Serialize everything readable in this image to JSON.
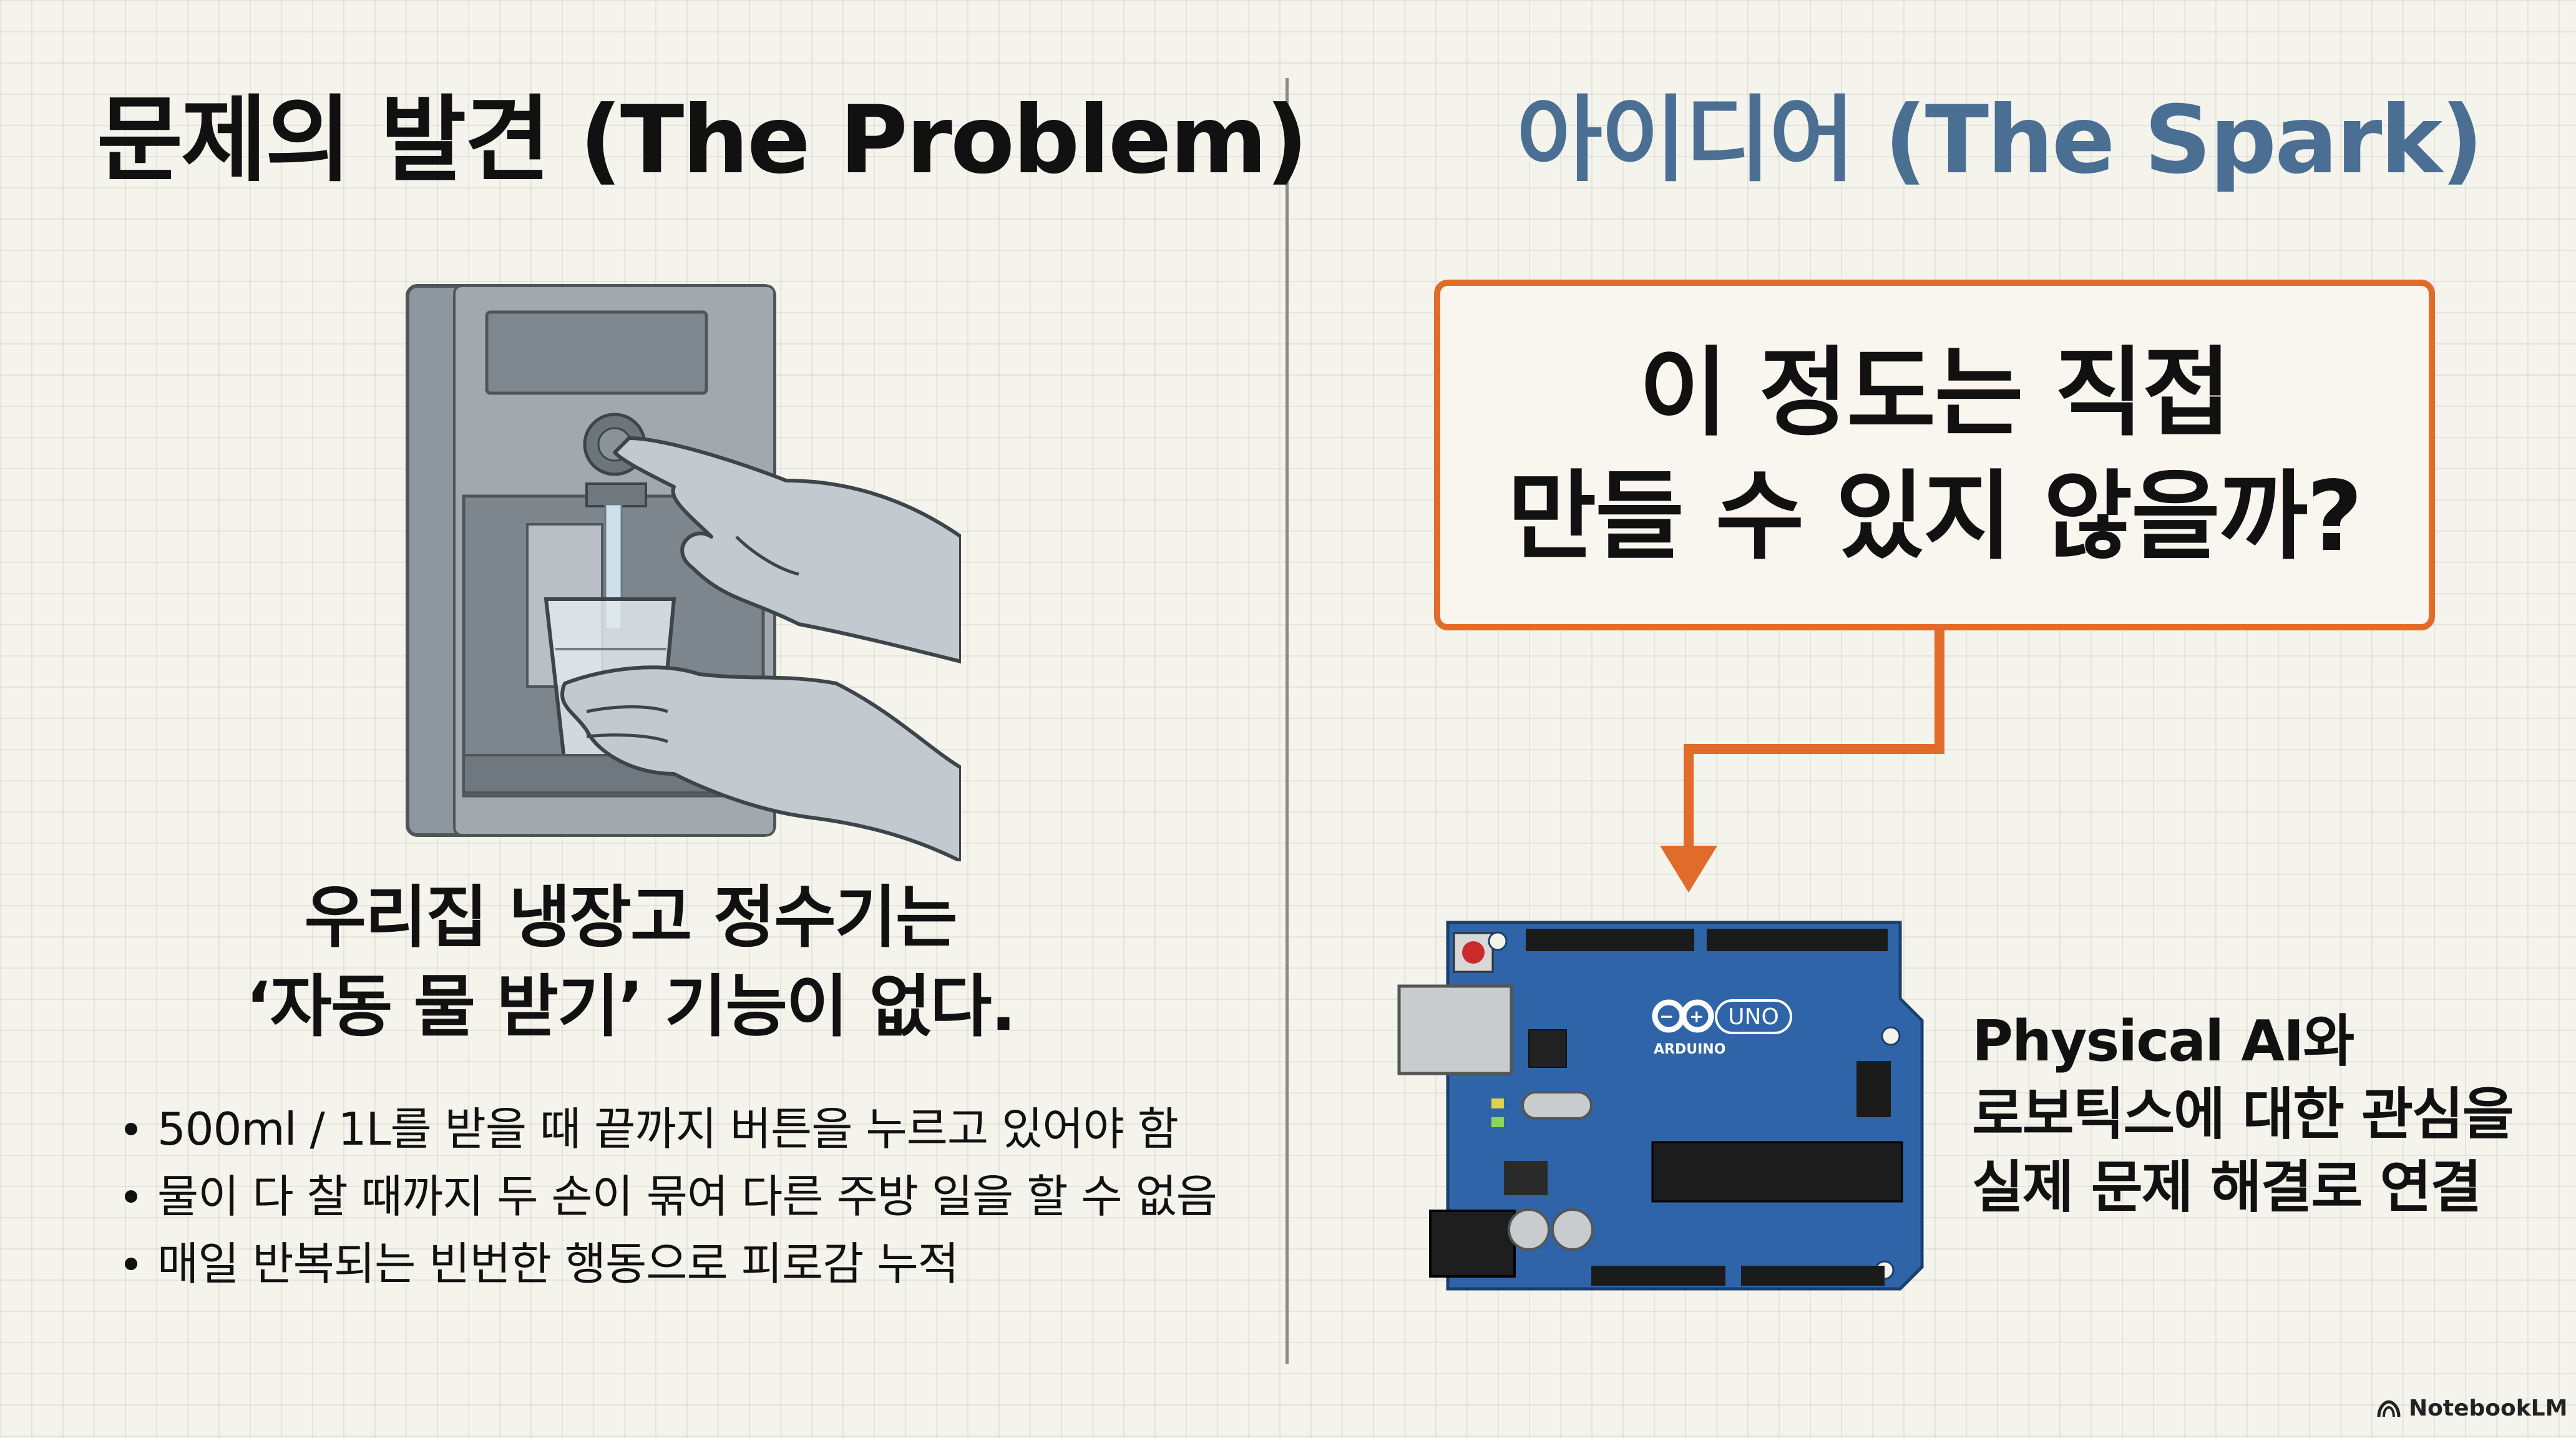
{
  "left_panel": {
    "title": "문제의 발견 (The Problem)",
    "caption_line1": "우리집 냉장고 정수기는",
    "caption_line2": "‘자동 물 받기’ 기능이 없다.",
    "bullets": [
      "500ml / 1L를 받을 때 끝까지 버튼을 누르고 있어야 함",
      "물이 다 찰 때까지 두 손이 묶여 다른 주방 일을 할 수 없음",
      "매일 반복되는 빈번한 행동으로 피로감 누적"
    ]
  },
  "right_panel": {
    "title": "아이디어 (The Spark)",
    "spark_line1": "이 정도는 직접",
    "spark_line2": "만들 수 있지 않을까?",
    "board_brand": "ARDUINO",
    "board_model": "UNO",
    "description_line1": "Physical AI와",
    "description_line2": "로보틱스에 대한 관심을",
    "description_line3": "실제 문제 해결로 연결"
  },
  "watermark": {
    "label": "NotebookLM",
    "icon": "notebooklm-logo-icon"
  },
  "colors": {
    "background": "#f4f3ec",
    "right_title": "#4a6f93",
    "accent_orange": "#e06b2a",
    "board_blue": "#2f65a8",
    "dispenser_gray": "#8e979e"
  }
}
